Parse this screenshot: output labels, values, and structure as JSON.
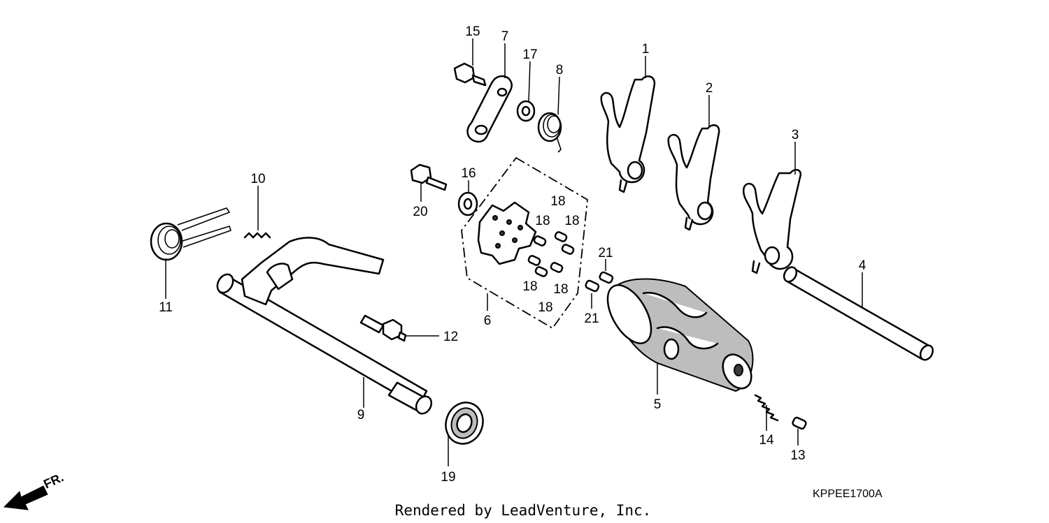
{
  "diagram_code": "KPPEE1700A",
  "credit": "Rendered by LeadVenture, Inc.",
  "front_marker": "FR.",
  "callouts": [
    "1",
    "2",
    "3",
    "4",
    "5",
    "6",
    "7",
    "8",
    "9",
    "10",
    "11",
    "12",
    "13",
    "14",
    "15",
    "16",
    "17",
    "18",
    "19",
    "20",
    "21"
  ]
}
